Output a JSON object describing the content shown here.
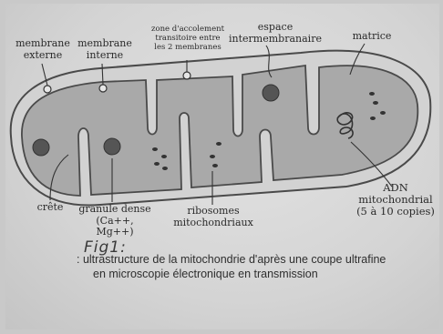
{
  "diagram": {
    "labels": {
      "membrane_externe": "membrane\nexterne",
      "membrane_interne": "membrane\ninterne",
      "zone_accolement": "zone d'accolement\ntransitoire entre\nles 2 membranes",
      "espace_intermembranaire": "espace\nintermembranaire",
      "matrice": "matrice",
      "crete": "crête",
      "granule_dense": "granule dense\n(Ca++, Mg++)",
      "ribosomes": "ribosomes\nmitochondriaux",
      "adn": "ADN\nmitochondrial\n(5 à 10 copies)"
    },
    "figure_handwritten": "Fig1:",
    "caption_line1": ": ultrastructure de la mitochondrie d'après une coupe ultrafine",
    "caption_line2": "en microscopie électronique en transmission"
  }
}
